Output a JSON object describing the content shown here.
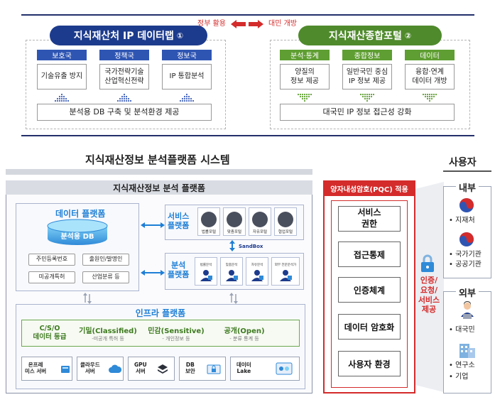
{
  "top": {
    "center_left": "정부 활용",
    "center_right": "대민 개방",
    "left": {
      "title": "지식재산처 IP 데이터랩",
      "title_num": "①",
      "tabs": [
        "보호국",
        "정책국",
        "정보국"
      ],
      "boxes": [
        "기술유출 방지",
        "국가전략기술\n산업혁신전략",
        "IP 통합분석"
      ],
      "bottom": "분석용 DB 구축 및 분석환경 제공"
    },
    "right": {
      "title": "지식재산종합포털",
      "title_num": "②",
      "tabs": [
        "분석·통계",
        "종합정보",
        "데이터"
      ],
      "boxes": [
        "양질의\n정보 제공",
        "일반국민 중심\nIP 정보 제공",
        "융합·연계\n데이터 개방"
      ],
      "bottom": "대국민 IP 정보 접근성 강화"
    }
  },
  "system": {
    "heading": "지식재산정보 분석플랫폼 시스템",
    "platform_title": "지식재산정보 분석 플랫폼",
    "data_platform": {
      "title": "데이터 플랫폼",
      "db_label": "분석용 DB",
      "items": [
        "주민등록번호",
        "출원인/발명인",
        "미공개특허",
        "산업분류 등"
      ]
    },
    "service_platform": {
      "title": "서비스\n플랫폼",
      "items": [
        "법률포털",
        "맞춤포털",
        "자유포털",
        "협업포털"
      ]
    },
    "sandbox": "SandBox",
    "analysis_platform": {
      "title": "분석\n플랫폼",
      "items": [
        "법률분석",
        "맞춤분석",
        "자유분석",
        "외부 전문분석가"
      ]
    },
    "infra_platform": {
      "title": "인프라 플랫폼",
      "grade_label": "C/S/O\n데이터 등급",
      "grades": [
        {
          "name": "기밀(Classified)",
          "desc": "-미공개 특허 등"
        },
        {
          "name": "민감(Sensitive)",
          "desc": "- 개인정보 등"
        },
        {
          "name": "공개(Open)",
          "desc": "- 분류 통계 등"
        }
      ],
      "items": [
        "온프레\n미스 서버",
        "클라우드\n서버",
        "GPU\n서버",
        "DB\n보안",
        "데이터\nLake"
      ]
    }
  },
  "security": {
    "title": "양자내성암호(PQC) 적용",
    "items": [
      "서비스\n권한",
      "접근통제",
      "인증체계",
      "데이터 암호화",
      "사용자 환경"
    ],
    "side_label": "인증/\n요청/\n서비스\n제공"
  },
  "users": {
    "heading": "사용자",
    "internal": {
      "title": "내부",
      "items": [
        "지재처",
        "국가기관",
        "공공기관"
      ]
    },
    "external": {
      "title": "외부",
      "items": [
        "대국민",
        "연구소",
        "기업"
      ]
    }
  },
  "colors": {
    "navy": "#1d3b8c",
    "green": "#4f8a2c",
    "red": "#d42b2b",
    "accent_blue": "#1e7fd6"
  }
}
